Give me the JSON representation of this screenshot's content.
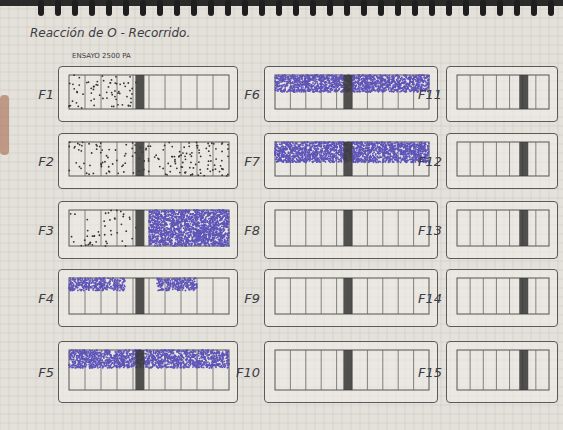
{
  "diagram": {
    "title": "Reacción de O - Recorrido.",
    "nodes": [
      {
        "text": [
          "F1"
        ]
      },
      {
        "text": [
          "F2"
        ]
      },
      {
        "text": [
          "F3"
        ]
      },
      {
        "text": [
          "F4"
        ]
      },
      {
        "text": [
          "F5"
        ]
      },
      {
        "text": [
          "F6"
        ]
      },
      {
        "text": [
          "F7"
        ]
      },
      {
        "text": [
          "F8"
        ]
      },
      {
        "text": [
          "F9"
        ]
      },
      {
        "text": [
          "F10"
        ]
      },
      {
        "text": [
          "F11"
        ]
      },
      {
        "text": [
          "F12"
        ]
      },
      {
        "text": [
          "F13"
        ]
      },
      {
        "text": [
          "F14"
        ]
      },
      {
        "text": [
          "F15"
        ]
      }
    ],
    "labels": [
      "ENSAYO 2500 PA"
    ]
  }
}
